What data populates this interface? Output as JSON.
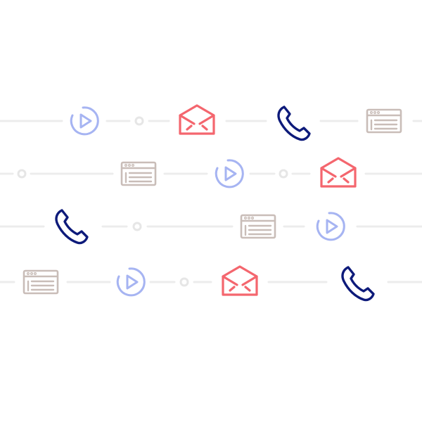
{
  "colors": {
    "line": "#ececec",
    "dot": "#e6e6e6",
    "video": "#a6b4f2",
    "mail": "#f4666e",
    "phone": "#0d1a7a",
    "browser": "#c9bdb8"
  },
  "rows": [
    {
      "items": [
        {
          "kind": "video-play-icon",
          "color": "video"
        },
        {
          "kind": "dot"
        },
        {
          "kind": "envelope-icon",
          "color": "mail"
        },
        {
          "kind": "phone-icon",
          "color": "phone"
        },
        {
          "kind": "browser-window-icon",
          "color": "browser"
        }
      ]
    },
    {
      "items": [
        {
          "kind": "dot"
        },
        {
          "kind": "browser-window-icon",
          "color": "browser"
        },
        {
          "kind": "video-play-icon",
          "color": "video"
        },
        {
          "kind": "dot"
        },
        {
          "kind": "envelope-icon",
          "color": "mail"
        }
      ]
    },
    {
      "items": [
        {
          "kind": "phone-icon",
          "color": "phone"
        },
        {
          "kind": "dot"
        },
        {
          "kind": "browser-window-icon",
          "color": "browser"
        },
        {
          "kind": "video-play-icon",
          "color": "video"
        }
      ]
    },
    {
      "items": [
        {
          "kind": "browser-window-icon",
          "color": "browser"
        },
        {
          "kind": "video-play-icon",
          "color": "video"
        },
        {
          "kind": "dot"
        },
        {
          "kind": "envelope-icon",
          "color": "mail"
        },
        {
          "kind": "phone-icon",
          "color": "phone"
        }
      ]
    }
  ]
}
